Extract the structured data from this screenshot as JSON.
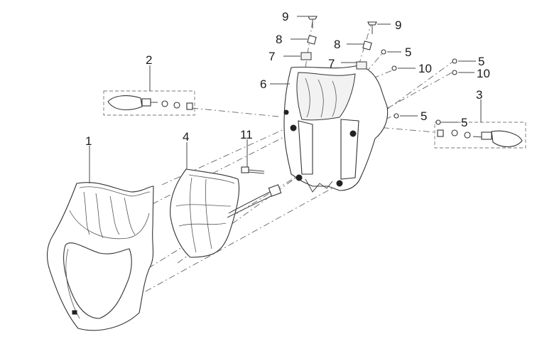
{
  "callouts": [
    {
      "id": "c9a",
      "text": "9"
    },
    {
      "id": "c8a",
      "text": "8"
    },
    {
      "id": "c7a",
      "text": "7"
    },
    {
      "id": "c6",
      "text": "6"
    },
    {
      "id": "c9b",
      "text": "9"
    },
    {
      "id": "c8b",
      "text": "8"
    },
    {
      "id": "c7b",
      "text": "7"
    },
    {
      "id": "c5a",
      "text": "5"
    },
    {
      "id": "c10a",
      "text": "10"
    },
    {
      "id": "c5b",
      "text": "5"
    },
    {
      "id": "c10b",
      "text": "10"
    },
    {
      "id": "c3",
      "text": "3"
    },
    {
      "id": "c5c",
      "text": "5"
    },
    {
      "id": "c5d",
      "text": "5"
    },
    {
      "id": "c2",
      "text": "2"
    },
    {
      "id": "c1",
      "text": "1"
    },
    {
      "id": "c4",
      "text": "4"
    },
    {
      "id": "c11",
      "text": "11"
    }
  ]
}
